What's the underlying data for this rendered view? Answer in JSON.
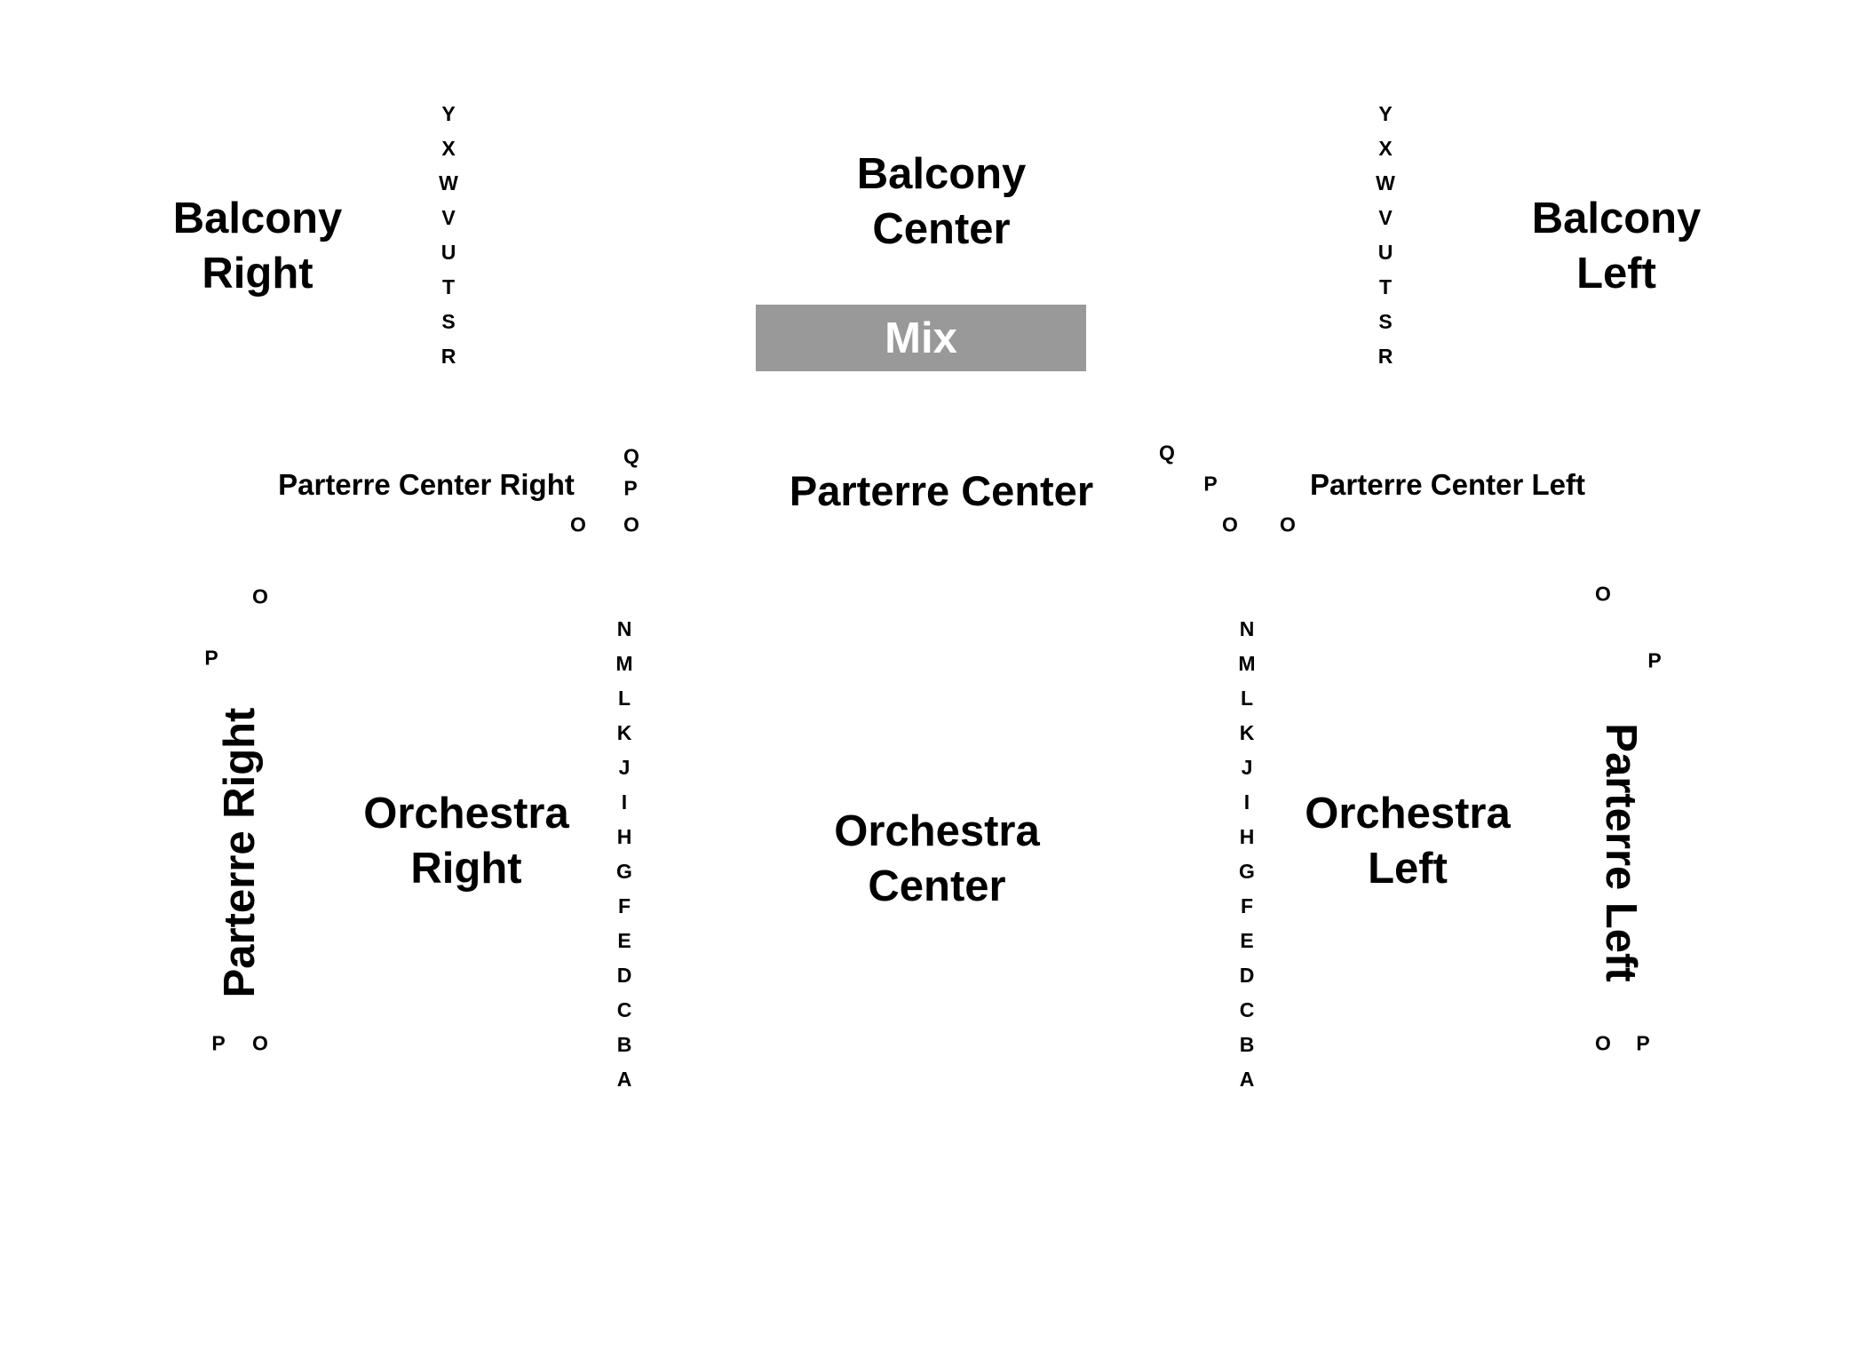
{
  "sections": {
    "balcony_right": [
      "Balcony",
      "Right"
    ],
    "balcony_center": [
      "Balcony",
      "Center"
    ],
    "balcony_left": [
      "Balcony",
      "Left"
    ],
    "mix": "Mix",
    "parterre_center_right": "Parterre Center Right",
    "parterre_center": "Parterre Center",
    "parterre_center_left": "Parterre Center Left",
    "orchestra_right": [
      "Orchestra",
      "Right"
    ],
    "orchestra_center": [
      "Orchestra",
      "Center"
    ],
    "orchestra_left": [
      "Orchestra",
      "Left"
    ],
    "parterre_right": "Parterre Right",
    "parterre_left": "Parterre Left"
  },
  "rows": {
    "balcony_right": [
      "Y",
      "X",
      "W",
      "V",
      "U",
      "T",
      "S",
      "R"
    ],
    "balcony_left": [
      "Y",
      "X",
      "W",
      "V",
      "U",
      "T",
      "S",
      "R"
    ],
    "orchestra_right": [
      "N",
      "M",
      "L",
      "K",
      "J",
      "I",
      "H",
      "G",
      "F",
      "E",
      "D",
      "C",
      "B",
      "A"
    ],
    "orchestra_left": [
      "N",
      "M",
      "L",
      "K",
      "J",
      "I",
      "H",
      "G",
      "F",
      "E",
      "D",
      "C",
      "B",
      "A"
    ],
    "pcr_q": "Q",
    "pcr_p": "P",
    "pcr_o_outer": "O",
    "pcr_o_inner": "O",
    "pcl_q": "Q",
    "pcl_p": "P",
    "pcl_o_inner": "O",
    "pcl_o_outer": "O",
    "pr_top_o": "O",
    "pr_top_p": "P",
    "pr_bottom_p": "P",
    "pr_bottom_o": "O",
    "pl_top_o": "O",
    "pl_top_p": "P",
    "pl_bottom_o": "O",
    "pl_bottom_p": "P"
  }
}
